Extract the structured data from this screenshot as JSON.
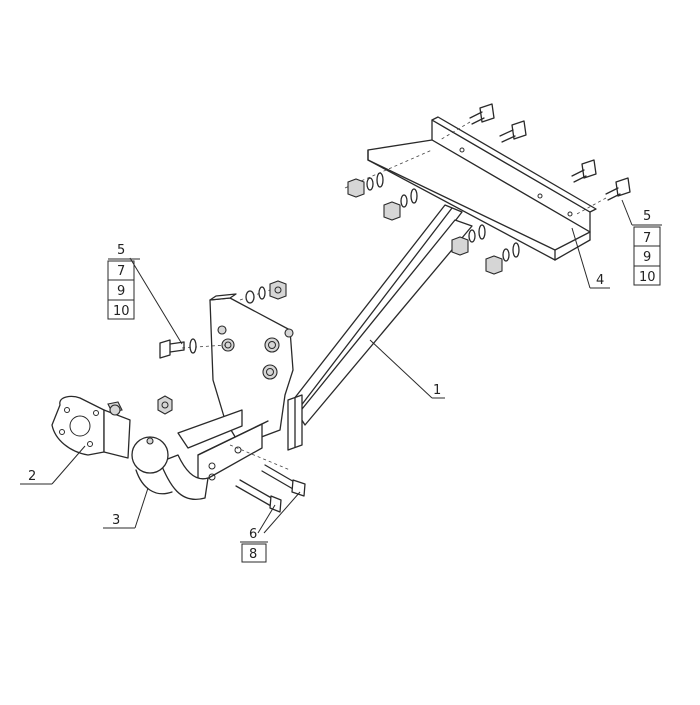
{
  "callouts": {
    "frame": "1",
    "socket_bracket": "2",
    "tow_ball": "3",
    "mounting_plate": "4",
    "bolt_group_left": [
      "5",
      "7",
      "9",
      "10"
    ],
    "bolt_group_right": [
      "5",
      "7",
      "9",
      "10"
    ],
    "bolt_group_bottom": [
      "6",
      "8"
    ]
  },
  "colors": {
    "line": "#2a2a2a",
    "background": "#ffffff"
  }
}
